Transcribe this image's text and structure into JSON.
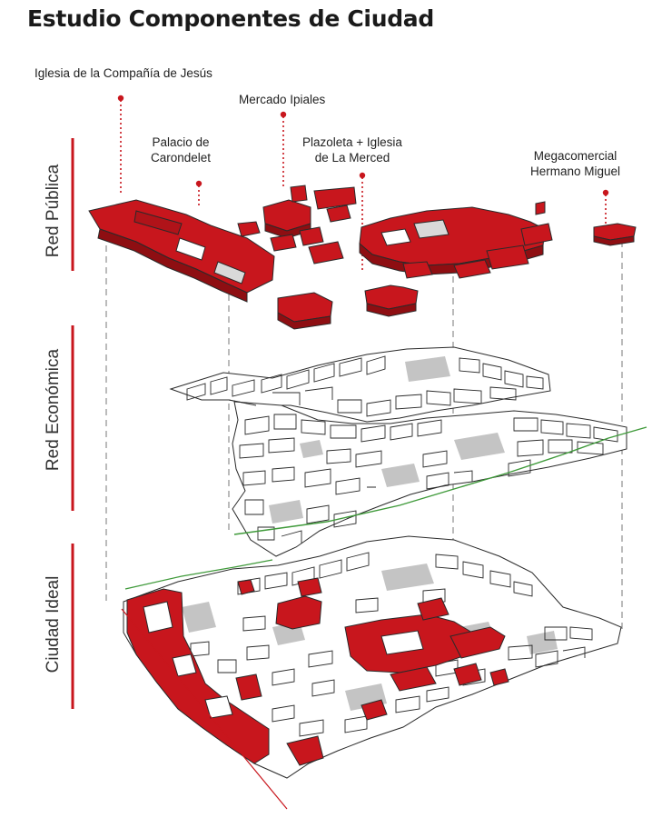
{
  "title": "Estudio Componentes de Ciudad",
  "colors": {
    "accent": "#c8161d",
    "block_outline": "#2a2a2a",
    "building_fill": "#ffffff",
    "courtyard": "#bdbdbd",
    "green_line": "#3f9a3a"
  },
  "layers": [
    {
      "id": "publica",
      "label": "Red Pública",
      "fill": "accent"
    },
    {
      "id": "economica",
      "label": "Red Económica",
      "fill": "white"
    },
    {
      "id": "ideal",
      "label": "Ciudad Ideal",
      "fill": "mixed"
    }
  ],
  "callouts": [
    {
      "id": "compania",
      "label": "Iglesia de la Compañía de Jesús"
    },
    {
      "id": "mercado",
      "label": "Mercado Ipiales"
    },
    {
      "id": "palacio",
      "label": "Palacio de\nCarondelet"
    },
    {
      "id": "merced",
      "label": "Plazoleta + Iglesia\nde La Merced"
    },
    {
      "id": "megacomercial",
      "label": "Megacomercial\nHermano Miguel"
    }
  ]
}
